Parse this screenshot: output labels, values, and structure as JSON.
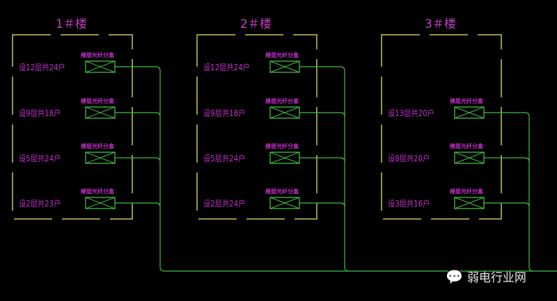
{
  "colors": {
    "border": "#c8c850",
    "cable": "#40c040",
    "text": "#c030c8"
  },
  "box_label": "楼层光纤分盒",
  "buildings": [
    {
      "title": "1＃楼",
      "floors": [
        "设12层共24户",
        "设9层共18户",
        "设5层共24户",
        "设2层共23户"
      ]
    },
    {
      "title": "2＃楼",
      "floors": [
        "设12层共24户",
        "设9层共18户",
        "设5层共24户",
        "设2层共24户"
      ]
    },
    {
      "title": "3＃楼",
      "floors": [
        "设13层共20户",
        "设8层共20户",
        "设3层共16户"
      ]
    }
  ],
  "watermark": "弱电行业网",
  "watermark_icon": "wechat-icon"
}
